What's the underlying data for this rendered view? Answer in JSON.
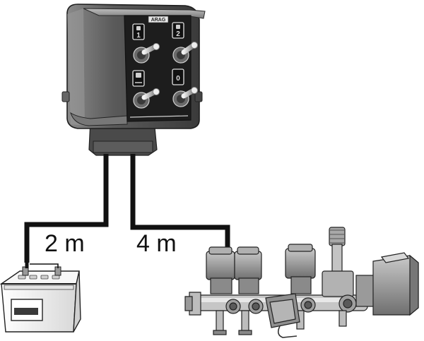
{
  "control_box": {
    "brand": "ARAG",
    "switches": [
      {
        "label": "1",
        "icon": "valve-icon"
      },
      {
        "label": "2",
        "icon": "valve-icon"
      },
      {
        "label": "",
        "icon": "main-valve-icon"
      },
      {
        "label": "0",
        "icon": "pressure-icon"
      }
    ]
  },
  "cables": {
    "battery_length": "2 m",
    "valve_length": "4 m"
  },
  "colors": {
    "cable": "#111111",
    "box_dark": "#3a3a3a",
    "box_mid": "#6a6a6a",
    "panel": "#1b1b1b",
    "body_gray": "#9a9a9a"
  }
}
